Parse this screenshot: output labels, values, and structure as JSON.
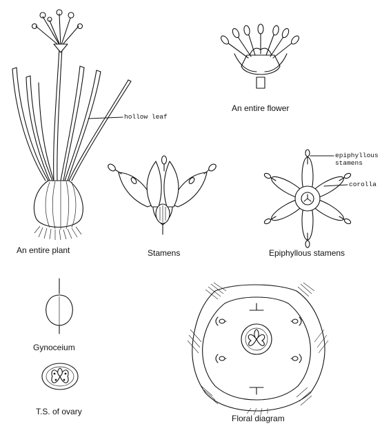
{
  "captions": {
    "plant": "An entire plant",
    "flower": "An entire flower",
    "stamens": "Stamens",
    "epiphyllous": "Epiphyllous stamens",
    "gynoceium": "Gynoceium",
    "ovary": "T.S. of ovary",
    "floral": "Floral diagram"
  },
  "labels": {
    "hollow_leaf": "hollow leaf",
    "epiphyllous_stamens": "epiphyllous stamens",
    "corolla": "corolla"
  }
}
